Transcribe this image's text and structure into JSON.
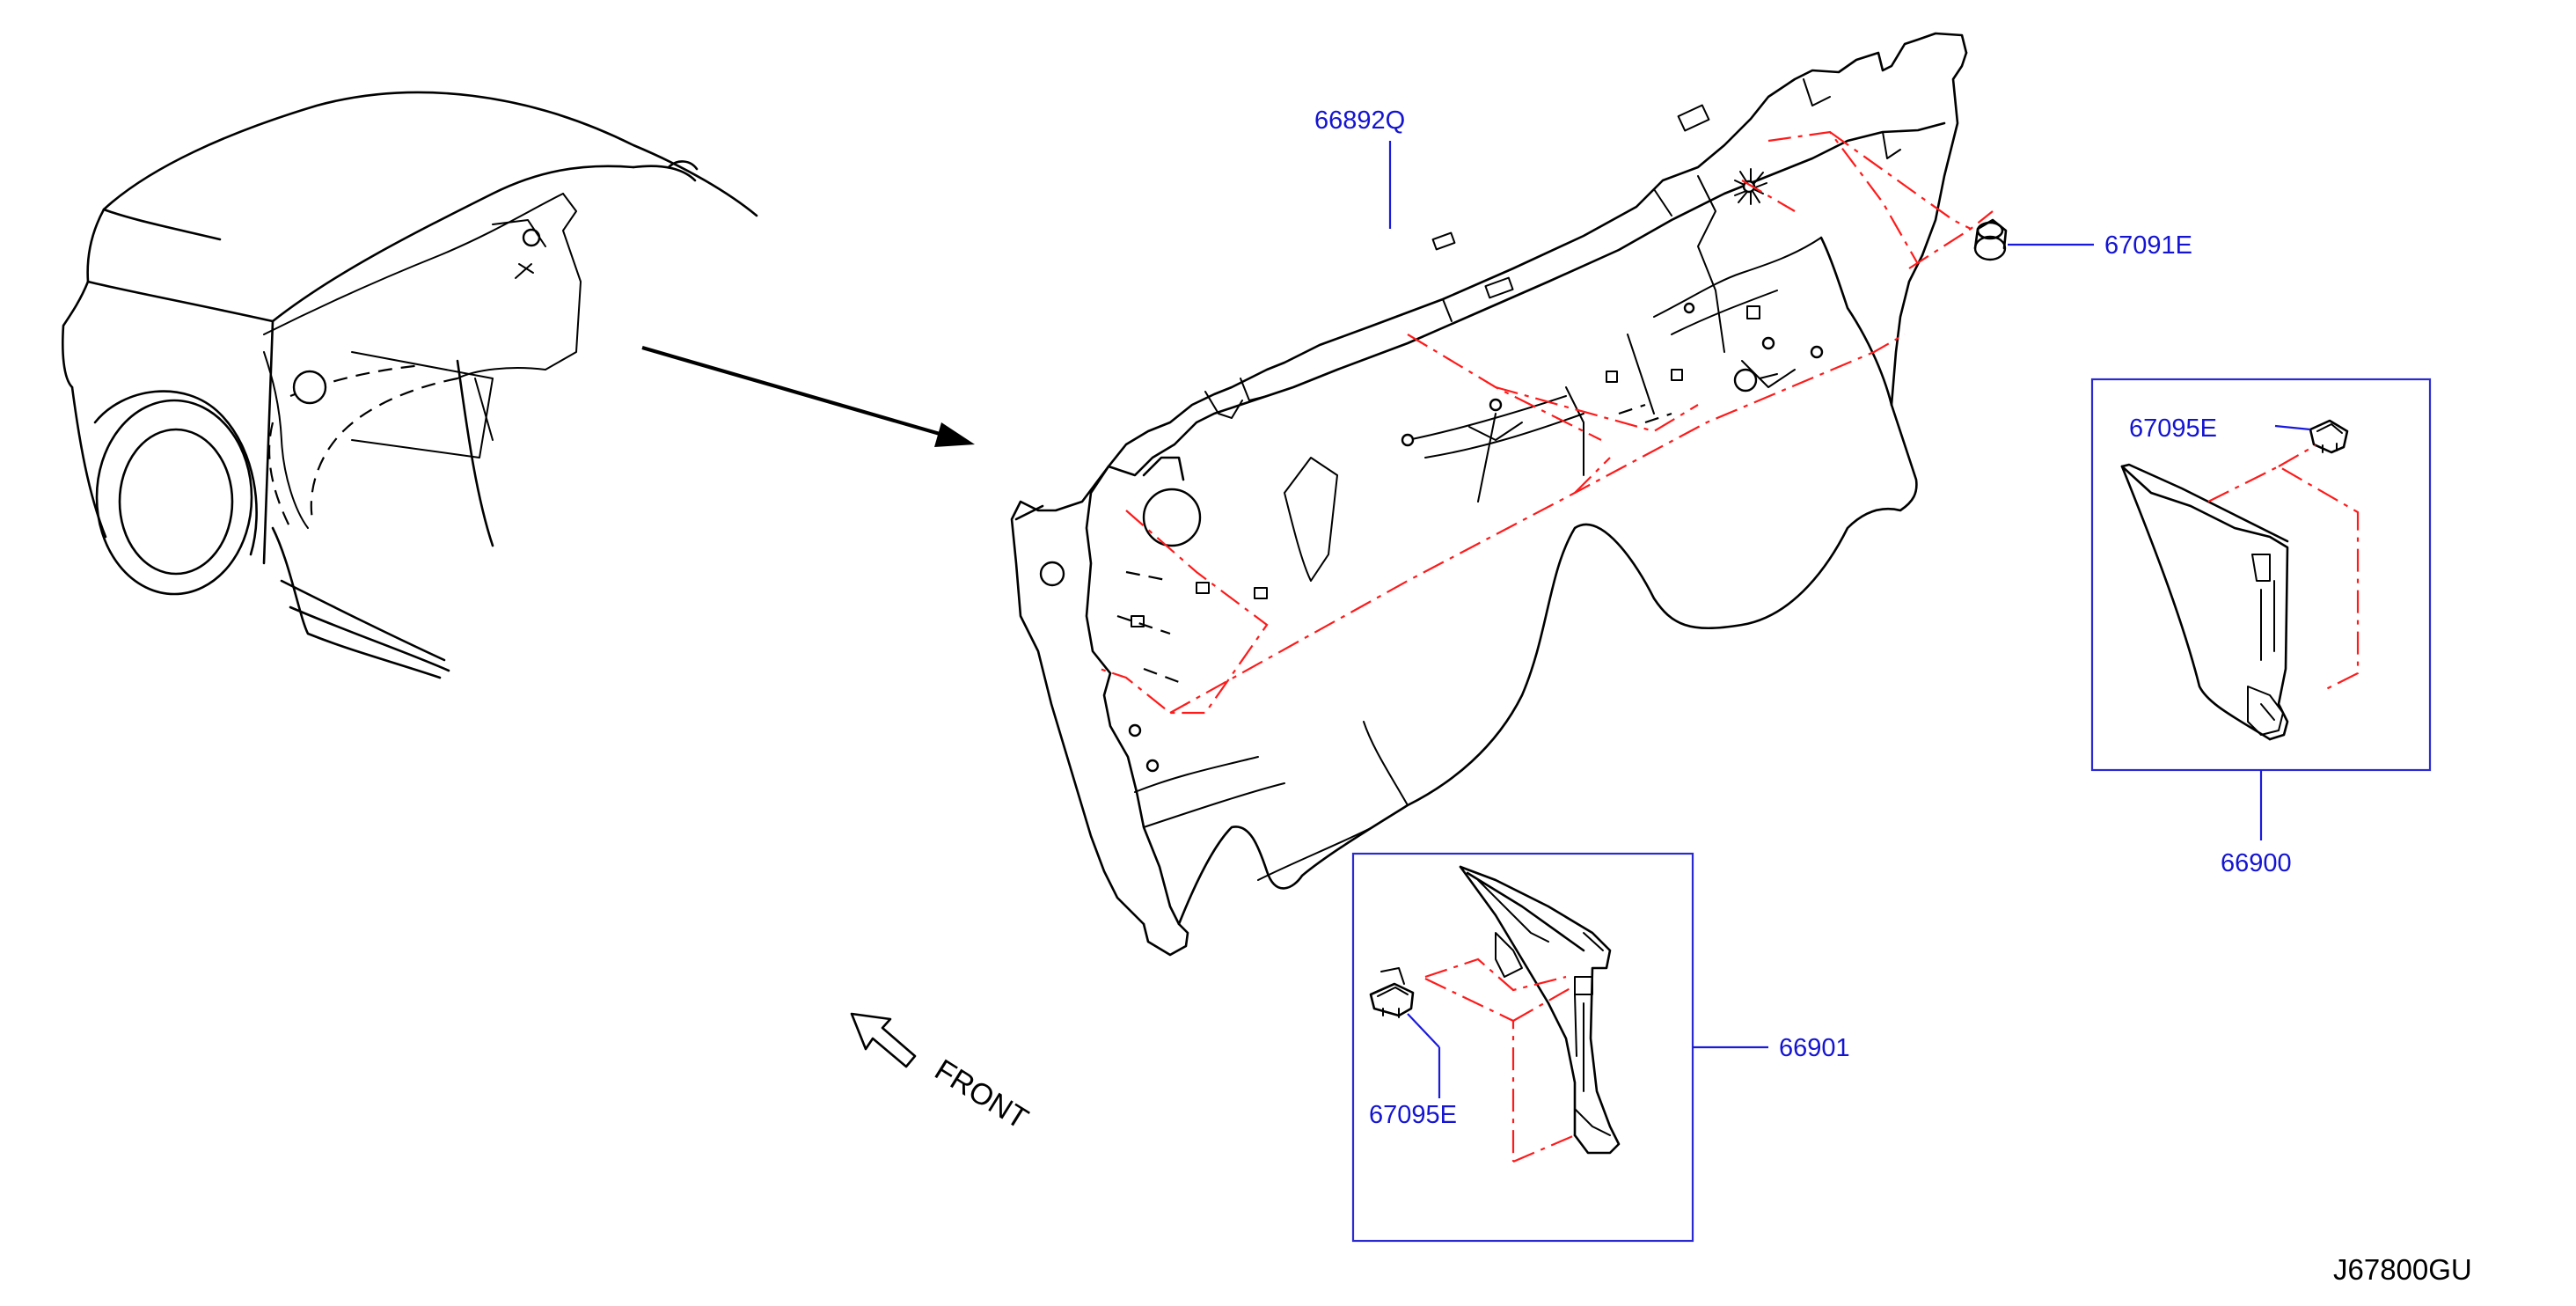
{
  "diagram_code": "J67800GU",
  "front_label": "FRONT",
  "parts": {
    "dash_insulator": "66892Q",
    "grommet": "67091E",
    "clip_right": "67095E",
    "clip_left": "67095E",
    "trim_right": "66900",
    "trim_left": "66901"
  },
  "colors": {
    "label_text": "#1414d2",
    "leader_line": "#1a1adc",
    "callout_box": "#2a2ad0",
    "assembly_line": "#ff1a1a",
    "line_art": "#000000"
  }
}
